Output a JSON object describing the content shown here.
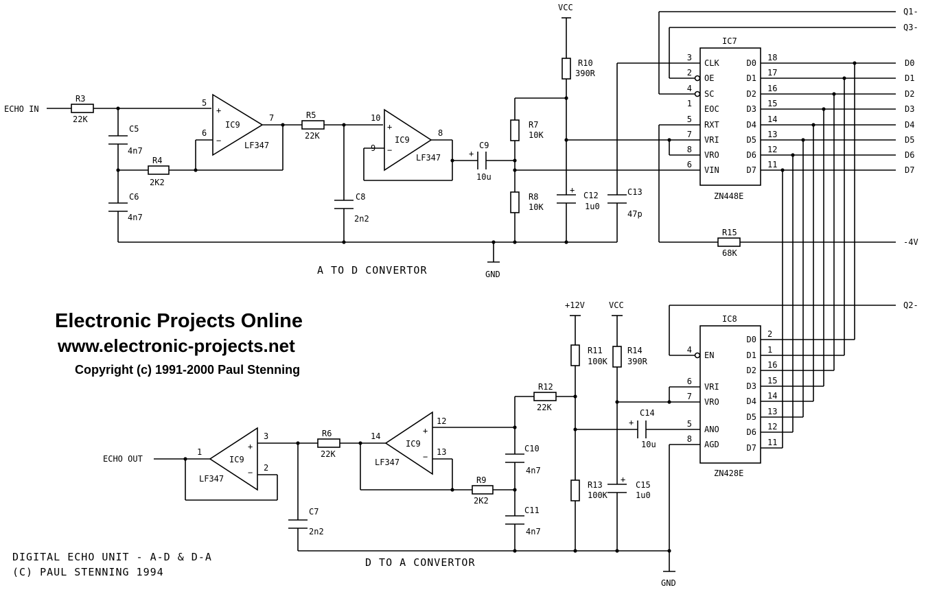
{
  "banner": {
    "site_name": "Electronic Projects Online",
    "url": "www.electronic-projects.net",
    "copyright": "Copyright (c) 1991-2000 Paul Stenning"
  },
  "title_block": {
    "line1": "DIGITAL ECHO UNIT - A-D & D-A",
    "line2": "(C) PAUL STENNING 1994"
  },
  "sections": {
    "adc": "A TO D CONVERTOR",
    "dac": "D TO A CONVERTOR"
  },
  "nets": {
    "echo_in": "ECHO IN",
    "echo_out": "ECHO OUT",
    "vcc_top": "VCC",
    "vcc_dac": "VCC",
    "plus12": "+12V",
    "gnd_adc": "GND",
    "gnd_dac": "GND",
    "minus4": "-4V",
    "q1": "Q1-",
    "q3": "Q3-",
    "q2": "Q2-",
    "d0": "D0",
    "d1": "D1",
    "d2": "D2",
    "d3": "D3",
    "d4": "D4",
    "d5": "D5",
    "d6": "D6",
    "d7": "D7"
  },
  "components": {
    "r3": {
      "ref": "R3",
      "val": "22K"
    },
    "r4": {
      "ref": "R4",
      "val": "2K2"
    },
    "r5": {
      "ref": "R5",
      "val": "22K"
    },
    "r6": {
      "ref": "R6",
      "val": "22K"
    },
    "r7": {
      "ref": "R7",
      "val": "10K"
    },
    "r8": {
      "ref": "R8",
      "val": "10K"
    },
    "r9": {
      "ref": "R9",
      "val": "2K2"
    },
    "r10": {
      "ref": "R10",
      "val": "390R"
    },
    "r11": {
      "ref": "R11",
      "val": "100K"
    },
    "r12": {
      "ref": "R12",
      "val": "22K"
    },
    "r13": {
      "ref": "R13",
      "val": "100K"
    },
    "r14": {
      "ref": "R14",
      "val": "390R"
    },
    "r15": {
      "ref": "R15",
      "val": "68K"
    },
    "c5": {
      "ref": "C5",
      "val": "4n7"
    },
    "c6": {
      "ref": "C6",
      "val": "4n7"
    },
    "c7": {
      "ref": "C7",
      "val": "2n2"
    },
    "c8": {
      "ref": "C8",
      "val": "2n2"
    },
    "c9": {
      "ref": "C9",
      "val": "10u"
    },
    "c10": {
      "ref": "C10",
      "val": "4n7"
    },
    "c11": {
      "ref": "C11",
      "val": "4n7"
    },
    "c12": {
      "ref": "C12",
      "val": "1u0"
    },
    "c13": {
      "ref": "C13",
      "val": "47p"
    },
    "c14": {
      "ref": "C14",
      "val": "10u"
    },
    "c15": {
      "ref": "C15",
      "val": "1u0"
    }
  },
  "opamps": {
    "a": {
      "ref": "IC9",
      "type": "LF347",
      "in_p": "5",
      "in_n": "6",
      "out": "7"
    },
    "b": {
      "ref": "IC9",
      "type": "LF347",
      "in_p": "10",
      "in_n": "9",
      "out": "8"
    },
    "c": {
      "ref": "IC9",
      "type": "LF347",
      "in_p": "12",
      "in_n": "13",
      "out": "14"
    },
    "d": {
      "ref": "IC9",
      "type": "LF347",
      "in_p": "3",
      "in_n": "2",
      "out": "1"
    }
  },
  "ic7": {
    "ref": "IC7",
    "type": "ZN448E",
    "left": [
      {
        "pin": "3",
        "name": "CLK"
      },
      {
        "pin": "2",
        "name": "OE"
      },
      {
        "pin": "4",
        "name": "SC"
      },
      {
        "pin": "1",
        "name": "EOC"
      },
      {
        "pin": "5",
        "name": "RXT"
      },
      {
        "pin": "7",
        "name": "VRI"
      },
      {
        "pin": "8",
        "name": "VRO"
      },
      {
        "pin": "6",
        "name": "VIN"
      }
    ],
    "right": [
      {
        "pin": "18",
        "name": "D0"
      },
      {
        "pin": "17",
        "name": "D1"
      },
      {
        "pin": "16",
        "name": "D2"
      },
      {
        "pin": "15",
        "name": "D3"
      },
      {
        "pin": "14",
        "name": "D4"
      },
      {
        "pin": "13",
        "name": "D5"
      },
      {
        "pin": "12",
        "name": "D6"
      },
      {
        "pin": "11",
        "name": "D7"
      }
    ]
  },
  "ic8": {
    "ref": "IC8",
    "type": "ZN428E",
    "left": [
      {
        "pin": "4",
        "name": "EN"
      },
      {
        "pin": "6",
        "name": "VRI"
      },
      {
        "pin": "7",
        "name": "VRO"
      },
      {
        "pin": "5",
        "name": "ANO"
      },
      {
        "pin": "8",
        "name": "AGD"
      }
    ],
    "right": [
      {
        "pin": "2",
        "name": "D0"
      },
      {
        "pin": "1",
        "name": "D1"
      },
      {
        "pin": "16",
        "name": "D2"
      },
      {
        "pin": "15",
        "name": "D3"
      },
      {
        "pin": "14",
        "name": "D4"
      },
      {
        "pin": "13",
        "name": "D5"
      },
      {
        "pin": "12",
        "name": "D6"
      },
      {
        "pin": "11",
        "name": "D7"
      }
    ]
  }
}
